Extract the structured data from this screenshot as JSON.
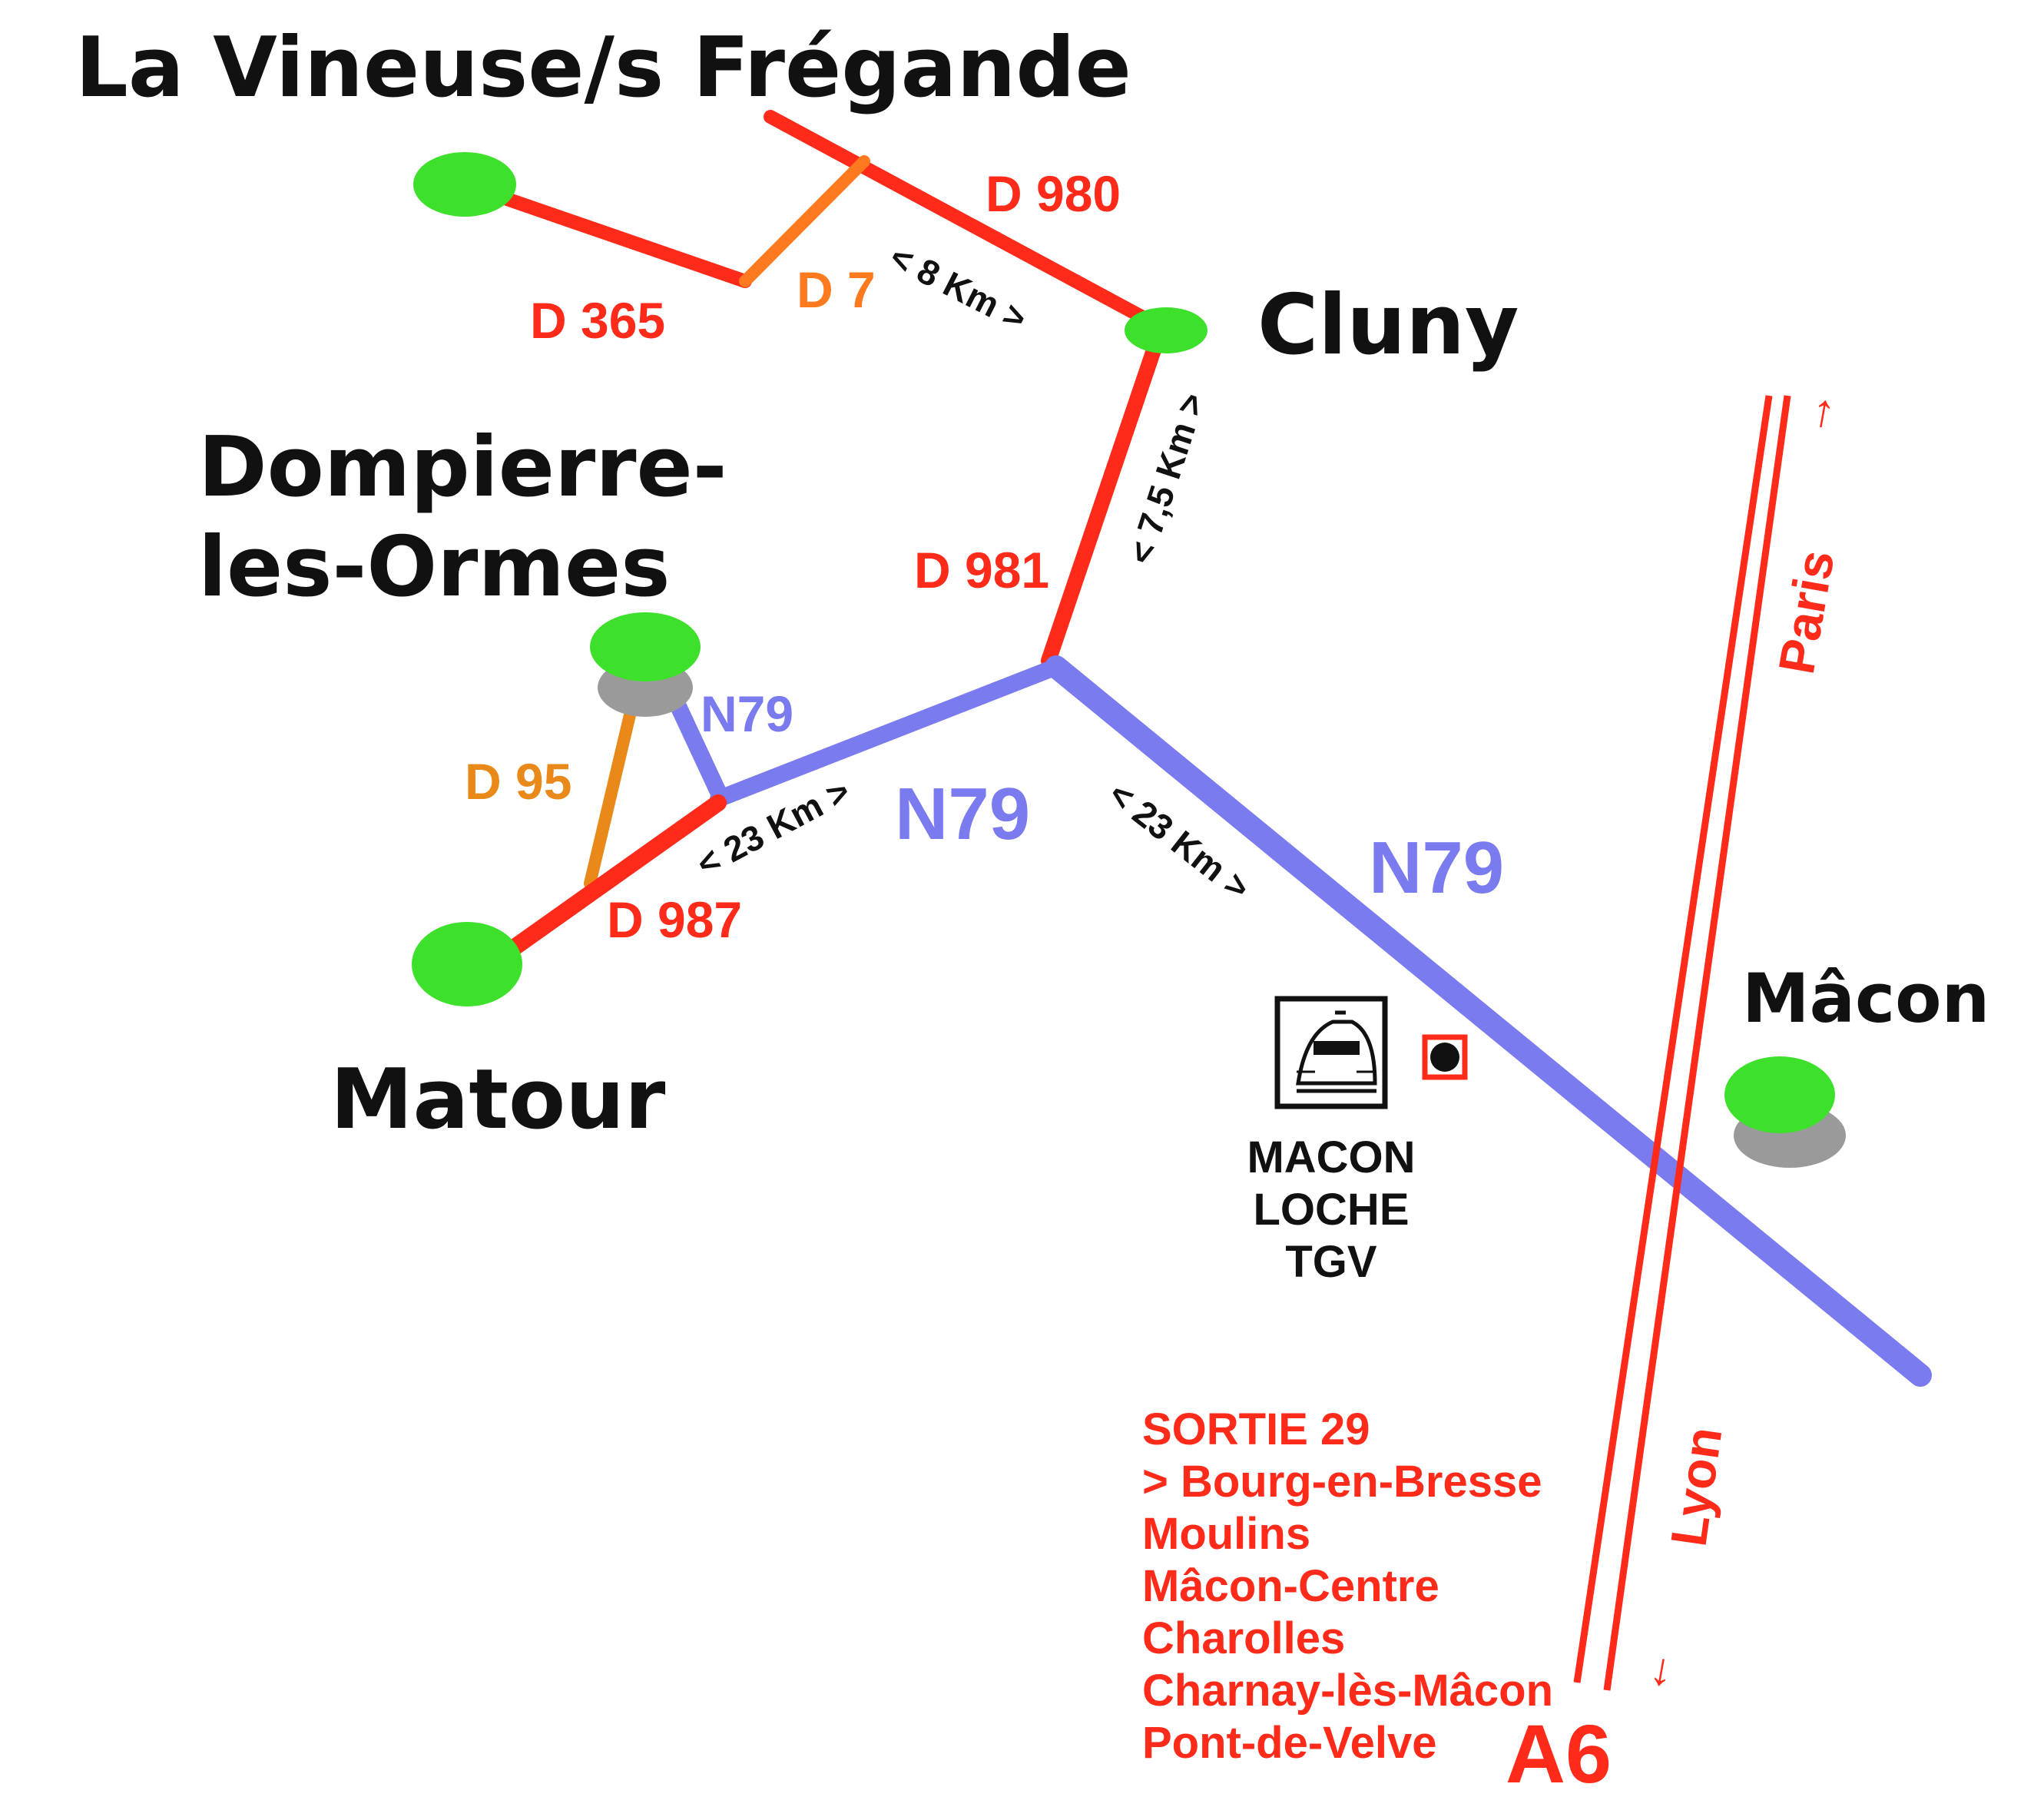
{
  "colors": {
    "red_road": "#ff2b1a",
    "orange_road": "#ff7a1f",
    "amber_road": "#e8891a",
    "n79_blue": "#7b7bf0",
    "town_green": "#3de02b",
    "shadow_grey": "#9a9a9a",
    "a6_red": "#ff2b1a",
    "label_red": "#ff2b1a",
    "text_dark": "#111111"
  },
  "towns": {
    "vineuse": "La Vineuse/s Frégande",
    "cluny": "Cluny",
    "dompierre_1": "Dompierre-",
    "dompierre_2": "les-Ormes",
    "matour": "Matour",
    "macon": "Mâcon"
  },
  "roads": {
    "d980": "D 980",
    "d365": "D 365",
    "d7": "D 7",
    "d981": "D 981",
    "d95": "D 95",
    "d987": "D 987",
    "n79_small": "N79",
    "n79_mid": "N79",
    "n79_right": "N79",
    "a6": "A6"
  },
  "distances": {
    "cluny_vineuse": "< 8 Km >",
    "cluny_junction": "< 7,5 Km >",
    "matour_junction": "< 23 Km >",
    "junction_macon": "< 23 Km >"
  },
  "directions": {
    "paris": "Paris",
    "paris_arrow": "→",
    "lyon": "Lyon",
    "lyon_arrow": "↓"
  },
  "station": {
    "line1": "MACON",
    "line2": "LOCHE",
    "line3": "TGV",
    "icon": "train-icon"
  },
  "sortie": {
    "title": "SORTIE 29",
    "items": [
      "> Bourg-en-Bresse",
      "Moulins",
      "Mâcon-Centre",
      "Charolles",
      "Charnay-lès-Mâcon",
      "Pont-de-Velve"
    ]
  }
}
